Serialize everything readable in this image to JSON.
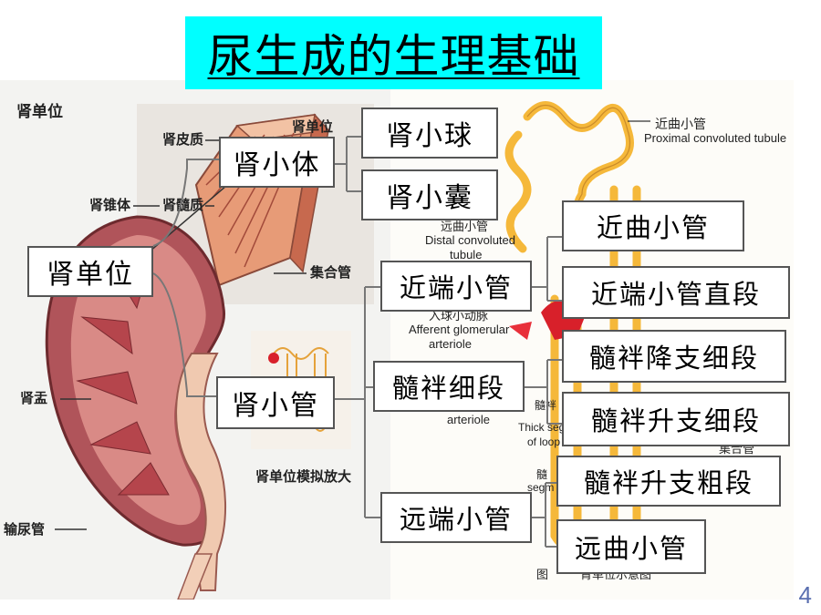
{
  "title": "尿生成的生理基础",
  "page_number": "4",
  "kidney_figure": {
    "caption": "肾单位",
    "cortex": "肾皮质",
    "medulla": "肾髓质",
    "pyramid": "肾锥体",
    "pelvis": "肾盂",
    "ureter": "输尿管",
    "nephron_small": "肾单位",
    "collecting_duct": "集合管",
    "enlarged_caption": "肾单位模拟放大"
  },
  "tubule_figure": {
    "proximal_cn": "近曲小管",
    "proximal_en": "Proximal convoluted tubule",
    "distal_cn": "远曲小管",
    "distal_en_1": "Distal convoluted",
    "distal_en_2": "tubule",
    "afferent_cn": "入球小动脉",
    "afferent_en_1": "Afferent glomerular",
    "afferent_en_2": "arteriole",
    "efferent_en": "arteriole",
    "loop_partial_1": "髓袢",
    "loop_partial_2": "Thick seg",
    "loop_partial_3": "of loop",
    "thin_partial_1": "髓",
    "thin_partial_2": "segm",
    "collecting_cn": "集合管",
    "figure_caption_1": "图",
    "figure_caption_2": "肾单位示意图"
  },
  "tree": {
    "root": "肾单位",
    "renal_corpuscle": "肾小体",
    "glomerulus": "肾小球",
    "capsule": "肾小囊",
    "renal_tubule": "肾小管",
    "proximal_tubule": "近端小管",
    "loop_thin": "髓袢细段",
    "distal_tubule": "远端小管",
    "proximal_convoluted": "近曲小管",
    "proximal_straight": "近端小管直段",
    "loop_descending_thin": "髓袢降支细段",
    "loop_ascending_thin": "髓袢升支细段",
    "loop_ascending_thick": "髓袢升支粗段",
    "distal_convoluted": "远曲小管"
  },
  "colors": {
    "title_bg": "#00ffff",
    "tubule": "#f5b83a",
    "kidney": "#a6474c",
    "artery": "#d8202a"
  }
}
